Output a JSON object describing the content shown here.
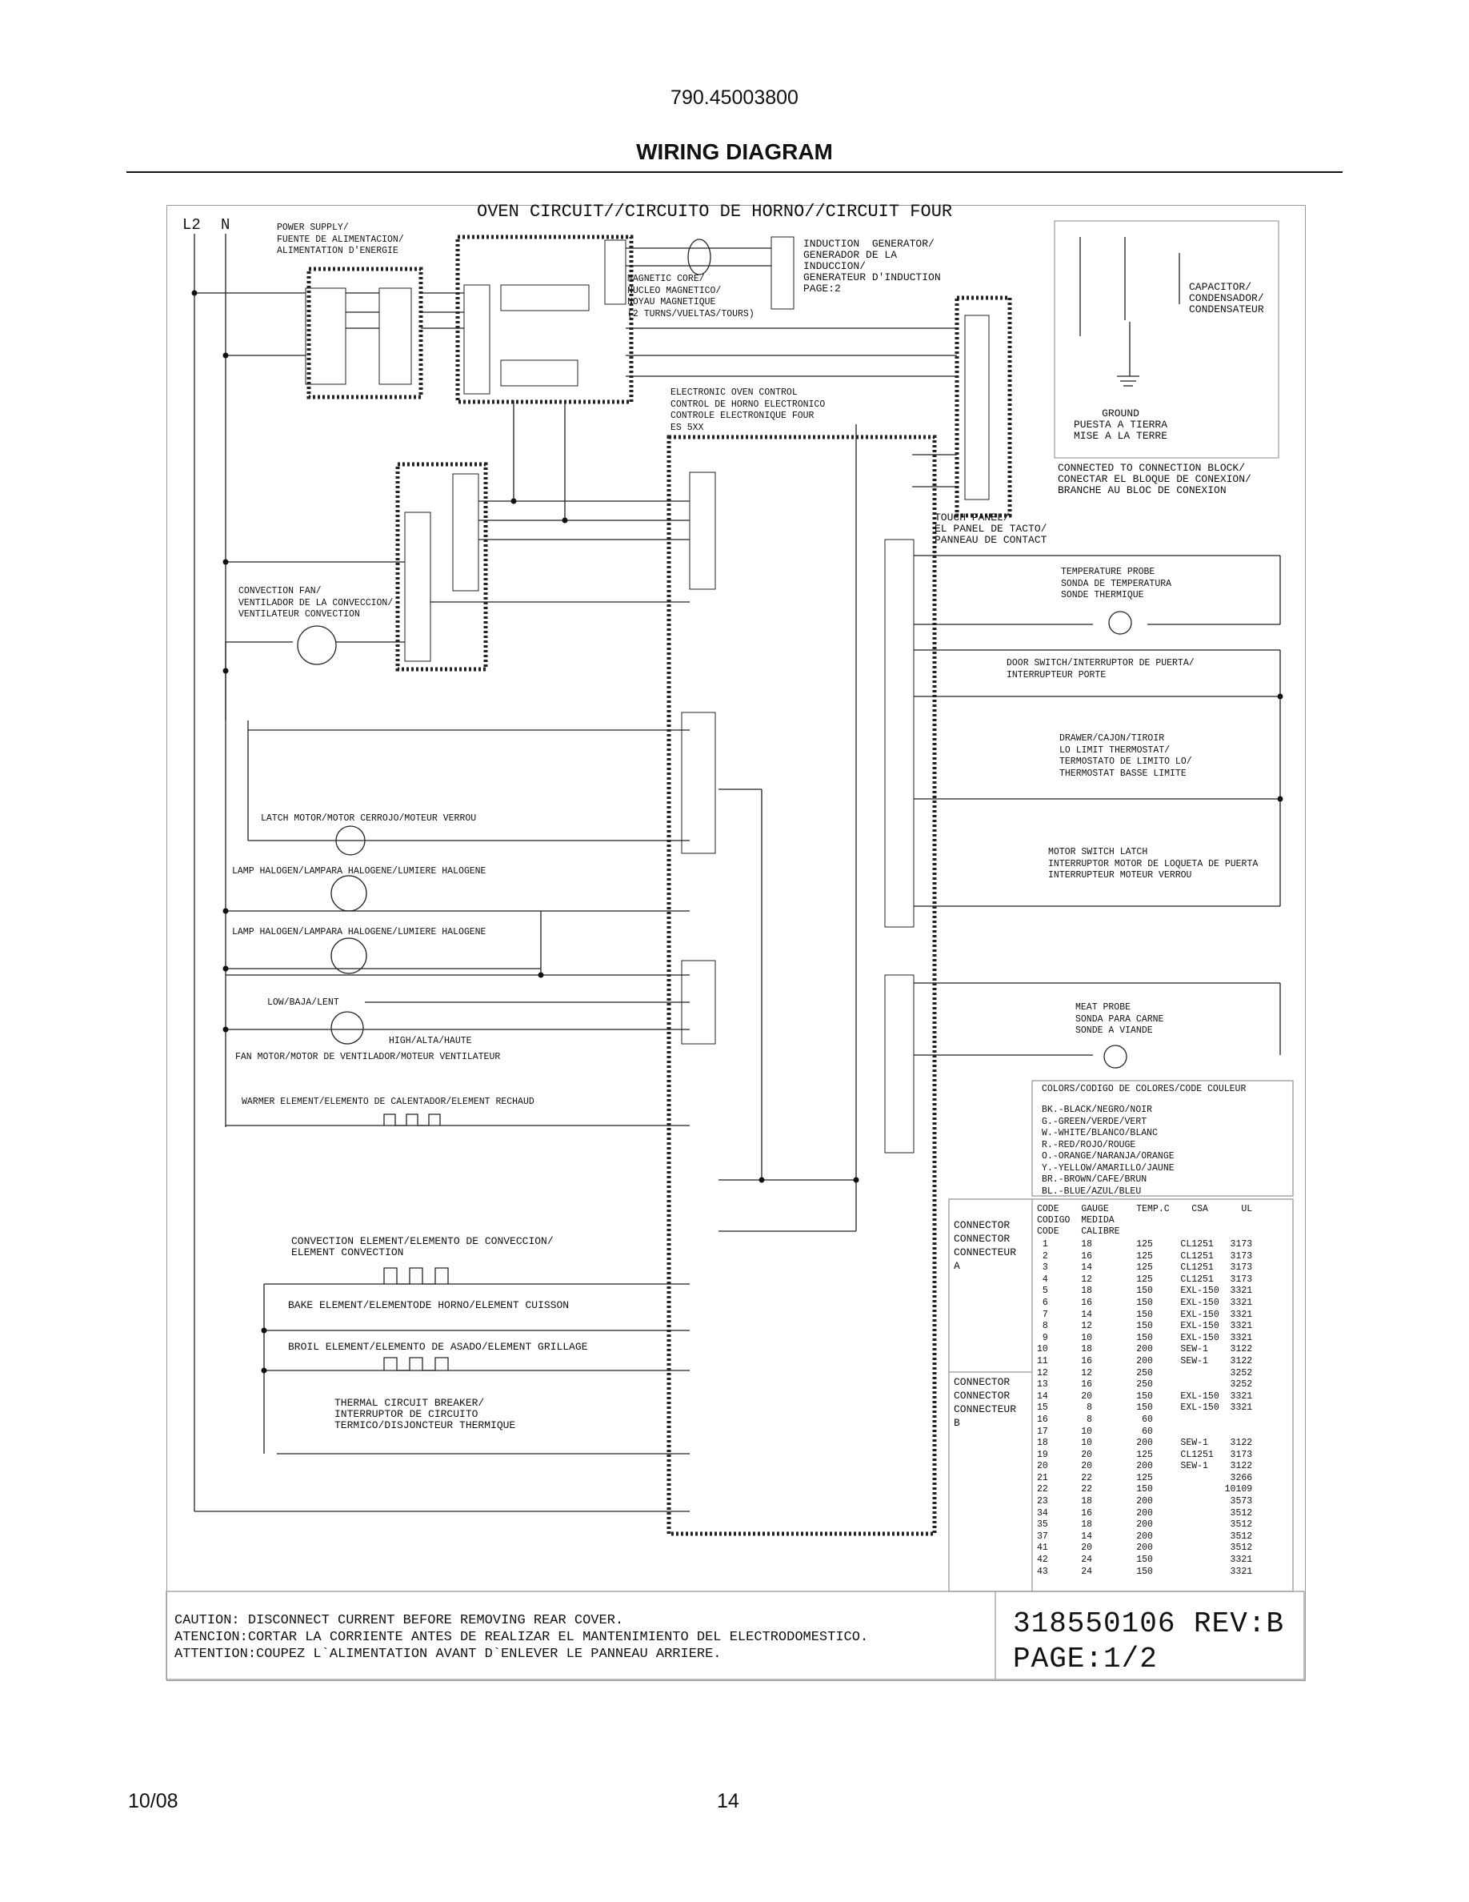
{
  "header": {
    "model": "790.45003800",
    "title": "WIRING DIAGRAM"
  },
  "footer": {
    "date": "10/08",
    "page": "14"
  },
  "diagram": {
    "oven_circuit_title": "OVEN CIRCUIT//CIRCUITO DE HORNO//CIRCUIT FOUR",
    "lines": {
      "l2": "L2",
      "n": "N"
    },
    "power_supply": "POWER SUPPLY/\nFUENTE DE ALIMENTACION/\nALIMENTATION D'ENERGIE",
    "induction_generator": "INDUCTION  GENERATOR/\nGENERADOR DE LA\nINDUCCION/\nGENERATEUR D'INDUCTION\nPAGE:2",
    "magnetic_core": "MAGNETIC CORE/\nNUCLEO MAGNETICO/\nNOYAU MAGNETIQUE\n(2 TURNS/VUELTAS/TOURS)",
    "eoc": "ELECTRONIC OVEN CONTROL\nCONTROL DE HORNO ELECTRONICO\nCONTROLE ELECTRONIQUE FOUR\nES 5XX",
    "touch_panel": "TOUCH PANEL/\nEL PANEL DE TACTO/\nPANNEAU DE CONTACT",
    "capacitor": "CAPACITOR/\nCONDENSADOR/\nCONDENSATEUR",
    "ground": "GROUND\nPUESTA A TIERRA\nMISE A LA TERRE",
    "connected_block": "CONNECTED TO CONNECTION BLOCK/\nCONECTAR EL BLOQUE DE CONEXION/\nBRANCHE AU BLOC DE CONEXION",
    "convection_fan": "CONVECTION FAN/\nVENTILADOR DE LA CONVECCION/\nVENTILATEUR CONVECTION",
    "temperature_probe": "TEMPERATURE PROBE\nSONDA DE TEMPERATURA\nSONDE THERMIQUE",
    "door_switch": "DOOR SWITCH/INTERRUPTOR DE PUERTA/\nINTERRUPTEUR PORTE",
    "drawer": "DRAWER/CAJON/TIROIR\nLO LIMIT THERMOSTAT/\nTERMOSTATO DE LIMITO LO/\nTHERMOSTAT BASSE LIMITE",
    "motor_switch": "MOTOR SWITCH LATCH\nINTERRUPTOR MOTOR DE LOQUETA DE PUERTA\nINTERRUPTEUR MOTEUR VERROU",
    "meat_probe": "MEAT PROBE\nSONDA PARA CARNE\nSONDE A VIANDE",
    "latch_motor": "LATCH MOTOR/MOTOR CERROJO/MOTEUR VERROU",
    "lamp_halogen": "LAMP HALOGEN/LAMPARA HALOGENE/LUMIERE HALOGENE",
    "low": "LOW/BAJA/LENT",
    "high": "HIGH/ALTA/HAUTE",
    "fan_motor": "FAN MOTOR/MOTOR DE VENTILADOR/MOTEUR VENTILATEUR",
    "warmer": "WARMER ELEMENT/ELEMENTO DE CALENTADOR/ELEMENT RECHAUD",
    "convection_element": "CONVECTION ELEMENT/ELEMENTO DE CONVECCION/\nELEMENT CONVECTION",
    "bake_element": "BAKE ELEMENT/ELEMENTODE HORNO/ELEMENT CUISSON",
    "broil_element": "BROIL ELEMENT/ELEMENTO DE ASADO/ELEMENT GRILLAGE",
    "thermal_breaker": "THERMAL CIRCUIT BREAKER/\nINTERRUPTOR DE CIRCUITO\nTERMICO/DISJONCTEUR THERMIQUE",
    "colors_title": "COLORS/CODIGO DE COLORES/CODE COULEUR",
    "colors": "BK.-BLACK/NEGRO/NOIR\nG.-GREEN/VERDE/VERT\nW.-WHITE/BLANCO/BLANC\nR.-RED/ROJO/ROUGE\nO.-ORANGE/NARANJA/ORANGE\nY.-YELLOW/AMARILLO/JAUNE\nBR.-BROWN/CAFE/BRUN\nBL.-BLUE/AZUL/BLEU",
    "connector_a": "CONNECTOR\nCONNECTOR\nCONNECTEUR\nA",
    "connector_b": "CONNECTOR\nCONNECTOR\nCONNECTEUR\nB",
    "gauge_table": {
      "header": "CODE    GAUGE     TEMP.C    CSA      UL\nCODIGO  MEDIDA\nCODE    CALIBRE",
      "rows": " 1      18        125     CL1251   3173\n 2      16        125     CL1251   3173\n 3      14        125     CL1251   3173\n 4      12        125     CL1251   3173\n 5      18        150     EXL-150  3321\n 6      16        150     EXL-150  3321\n 7      14        150     EXL-150  3321\n 8      12        150     EXL-150  3321\n 9      10        150     EXL-150  3321\n10      18        200     SEW-1    3122\n11      16        200     SEW-1    3122\n12      12        250              3252\n13      16        250              3252\n14      20        150     EXL-150  3321\n15       8        150     EXL-150  3321\n16       8         60\n17      10         60\n18      10        200     SEW-1    3122\n19      20        125     CL1251   3173\n20      20        200     SEW-1    3122\n21      22        125              3266\n22      22        150             10109\n23      18        200              3573\n34      16        200              3512\n35      18        200              3512\n37      14        200              3512\n41      20        200              3512\n42      24        150              3321\n43      24        150              3321"
    },
    "caution": "CAUTION: DISCONNECT CURRENT BEFORE REMOVING REAR COVER.\nATENCION:CORTAR LA CORRIENTE ANTES DE REALIZAR EL MANTENIMIENTO DEL ELECTRODOMESTICO.\nATTENTION:COUPEZ L`ALIMENTATION AVANT D`ENLEVER LE PANNEAU ARRIERE.",
    "part_number": "318550106 REV:B",
    "page_ref": "PAGE:1/2"
  }
}
